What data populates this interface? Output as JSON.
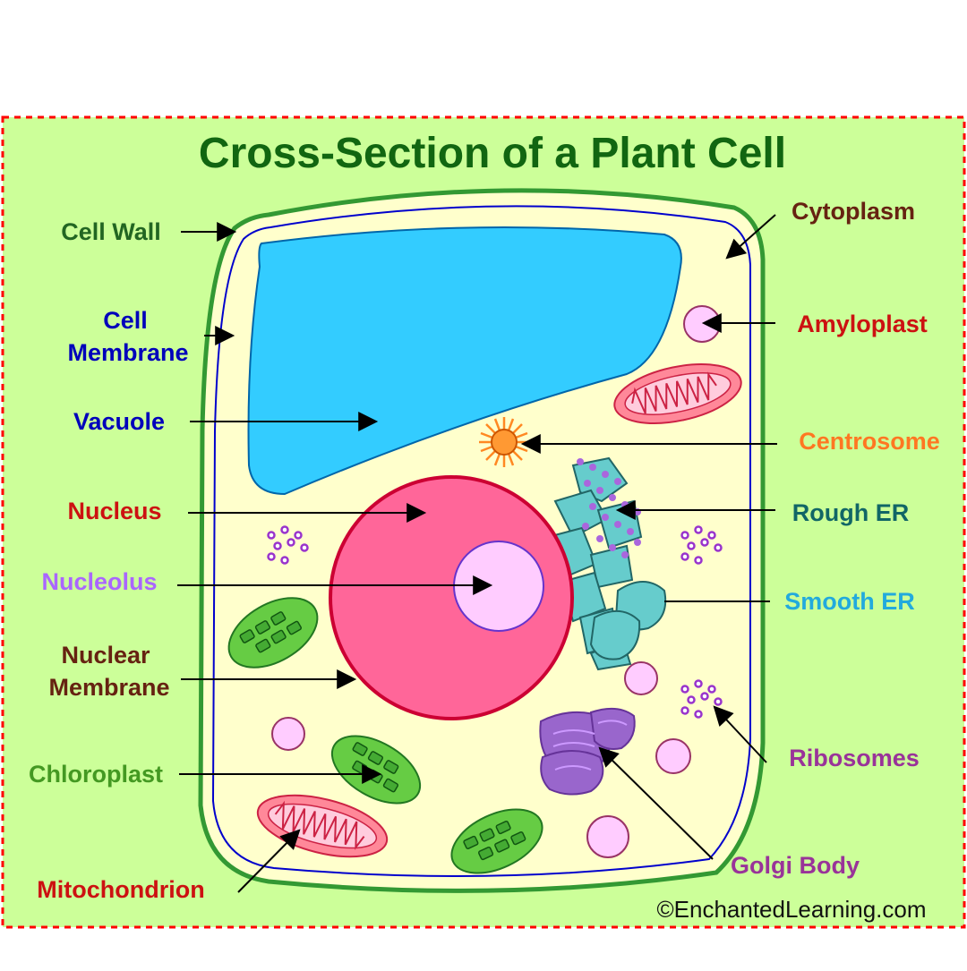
{
  "title": "Cross-Section of a Plant Cell",
  "copyright": "©EnchantedLearning.com",
  "labels": {
    "cell_wall": "Cell Wall",
    "cell_membrane_1": "Cell",
    "cell_membrane_2": "Membrane",
    "vacuole": "Vacuole",
    "nucleus": "Nucleus",
    "nucleolus": "Nucleolus",
    "nuclear_membrane_1": "Nuclear",
    "nuclear_membrane_2": "Membrane",
    "chloroplast": "Chloroplast",
    "mitochondrion": "Mitochondrion",
    "cytoplasm": "Cytoplasm",
    "amyloplast": "Amyloplast",
    "centrosome": "Centrosome",
    "rough_er": "Rough ER",
    "smooth_er": "Smooth ER",
    "ribosomes": "Ribosomes",
    "golgi_body": "Golgi Body"
  },
  "colors": {
    "background": "#ccff99",
    "border": "#ff0000",
    "cytoplasm": "#ffffcc",
    "cell_wall": "#339933",
    "cell_membrane": "#0000cc",
    "vacuole": "#33ccff",
    "nucleus": "#ff6699",
    "nucleolus": "#ffccff",
    "chloroplast": "#66cc44",
    "mitochondrion": "#ff8899",
    "er": "#66cccc",
    "golgi": "#9966cc",
    "ribosome": "#9933cc",
    "centrosome": "#ff9933",
    "title": "#116611",
    "label_green": "#226622",
    "label_blue": "#0000bb",
    "label_red": "#cc1111",
    "label_brown": "#662211",
    "label_lilac": "#aa66ff",
    "label_orange": "#ff7722",
    "label_teal": "#116666",
    "label_cyan": "#22aadd",
    "label_purple": "#993399",
    "label_chloro": "#449922"
  }
}
